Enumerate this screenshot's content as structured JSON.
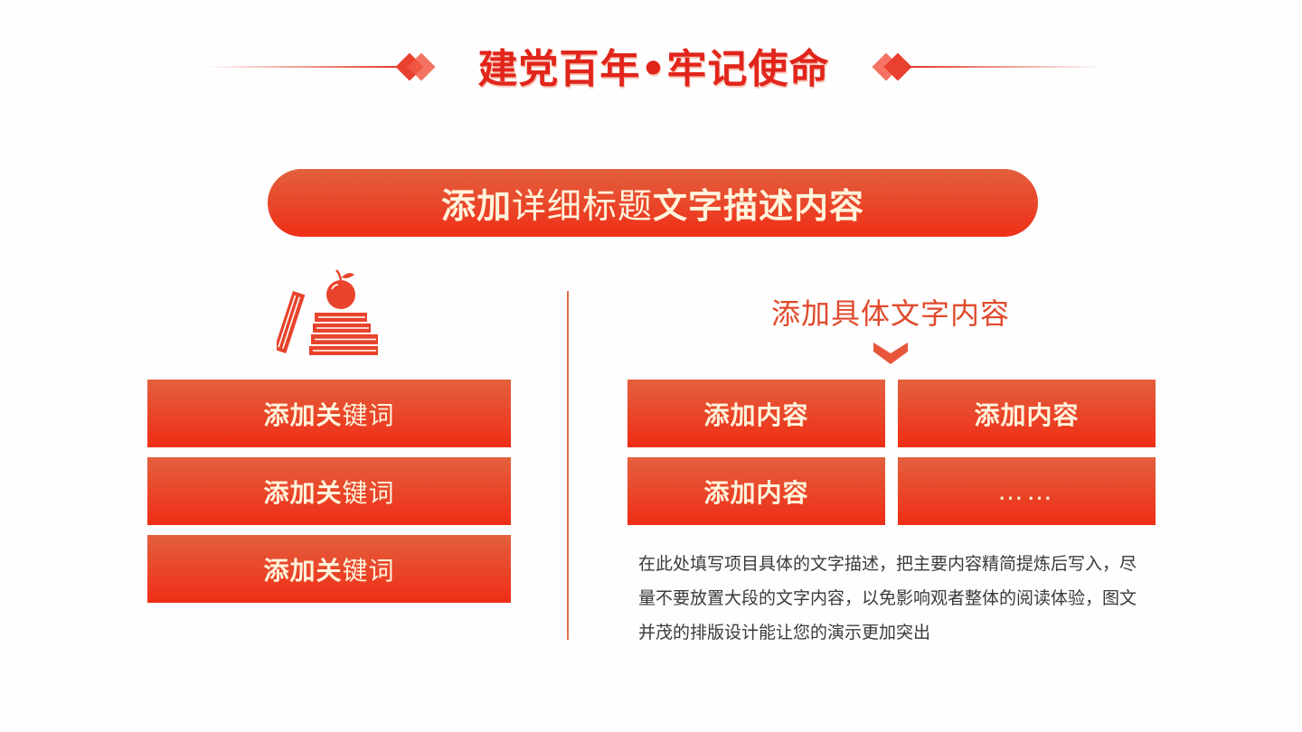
{
  "header": {
    "title": "建党百年•牢记使命"
  },
  "banner": {
    "bold_start": "添加",
    "thin_middle": "详细标题",
    "bold_end": "文字描述内容"
  },
  "keywords": [
    {
      "bold": "添加关",
      "thin": "键词"
    },
    {
      "bold": "添加关",
      "thin": "键词"
    },
    {
      "bold": "添加关",
      "thin": "键词"
    }
  ],
  "right": {
    "subtitle": "添加具体文字内容",
    "boxes": [
      "添加内容",
      "添加内容",
      "添加内容",
      "……"
    ],
    "description": "在此处填写项目具体的文字描述，把主要内容精简提炼后写入，尽量不要放置大段的文字内容，以免影响观者整体的阅读体验，图文并茂的排版设计能让您的演示更加突出"
  },
  "colors": {
    "primary_red": "#e1251b",
    "gradient_top": "#e3603e",
    "gradient_bottom": "#ef2d15",
    "text_cream": "#fff3dc"
  },
  "icons": {
    "illustration": "books-apple-icon",
    "arrow": "chevron-down-icon",
    "ornament": "diamond-ornament-icon"
  }
}
